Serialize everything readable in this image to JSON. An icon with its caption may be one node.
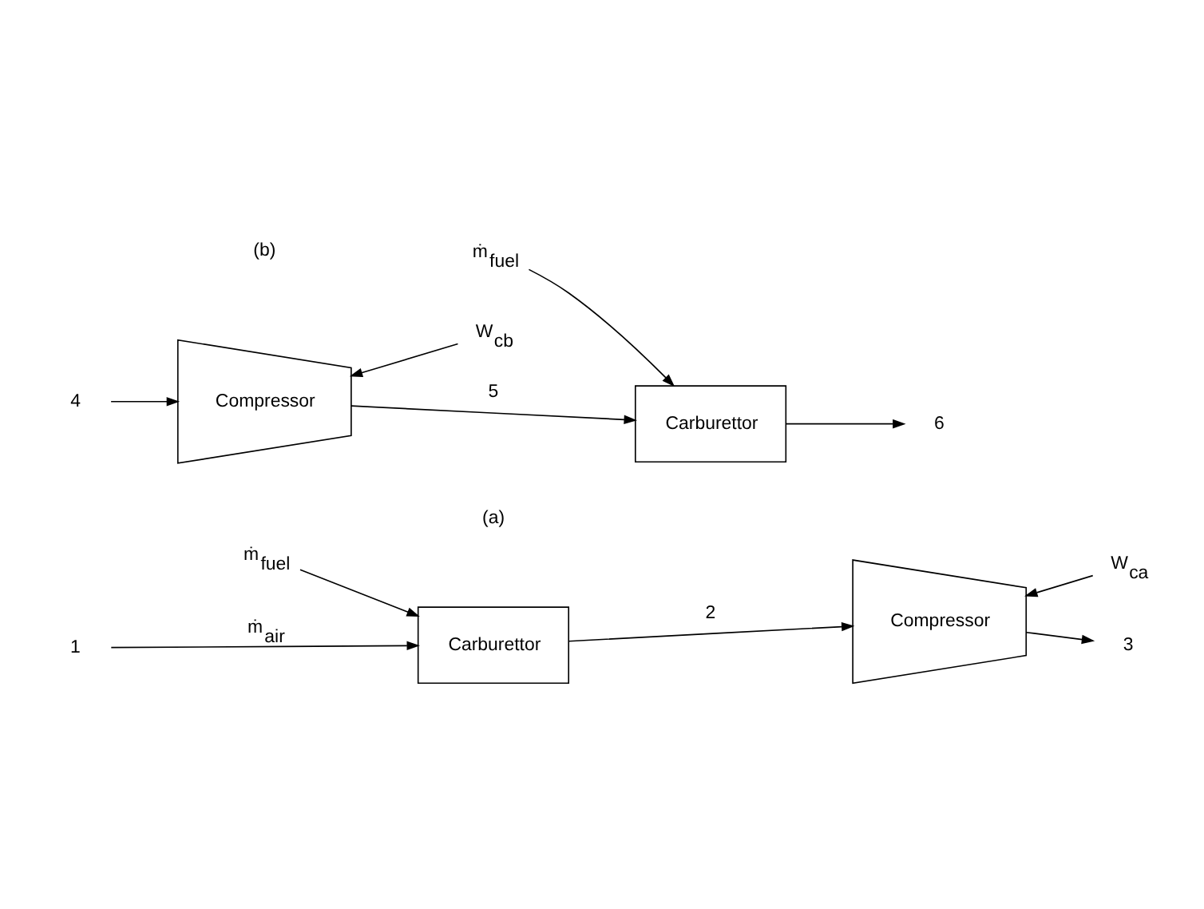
{
  "diagram": {
    "nodes": [
      {
        "text": [
          "ṁ$_{fuel}$"
        ]
      },
      {
        "text": [
          "1"
        ]
      },
      {
        "text": [
          "Carburettor"
        ]
      },
      {
        "text": [
          "Compressor"
        ]
      },
      {
        "text": [
          "3"
        ]
      },
      {
        "text": [
          "W$_{ca}$"
        ]
      },
      {
        "text": [
          "ṁ$_{fuel}$"
        ]
      },
      {
        "text": [
          "4"
        ]
      },
      {
        "text": [
          "Compressor"
        ]
      },
      {
        "text": [
          "Carburettor"
        ]
      },
      {
        "text": [
          "6"
        ]
      },
      {
        "text": [
          "W$_{cb}$"
        ]
      }
    ],
    "edges": [
      {
        "from": 0,
        "to": 2,
        "arrow": "to"
      },
      {
        "from": 1,
        "to": 2,
        "arrow": "to",
        "label": "ṁ$_{air}$"
      },
      {
        "from": 2,
        "to": 3,
        "arrow": "to",
        "label": "2"
      },
      {
        "from": 3,
        "to": 4,
        "arrow": "to"
      },
      {
        "from": 5,
        "to": 3,
        "arrow": "to"
      },
      {
        "from": 7,
        "to": 8,
        "arrow": "to"
      },
      {
        "from": 8,
        "to": 9,
        "arrow": "to",
        "label": "5"
      },
      {
        "from": 11,
        "to": 8,
        "arrow": "to"
      },
      {
        "from": 6,
        "to": 9,
        "arrow": "to"
      },
      {
        "from": 9,
        "to": 10,
        "arrow": "to"
      }
    ],
    "labels": [
      "(a)",
      "(b)"
    ]
  }
}
